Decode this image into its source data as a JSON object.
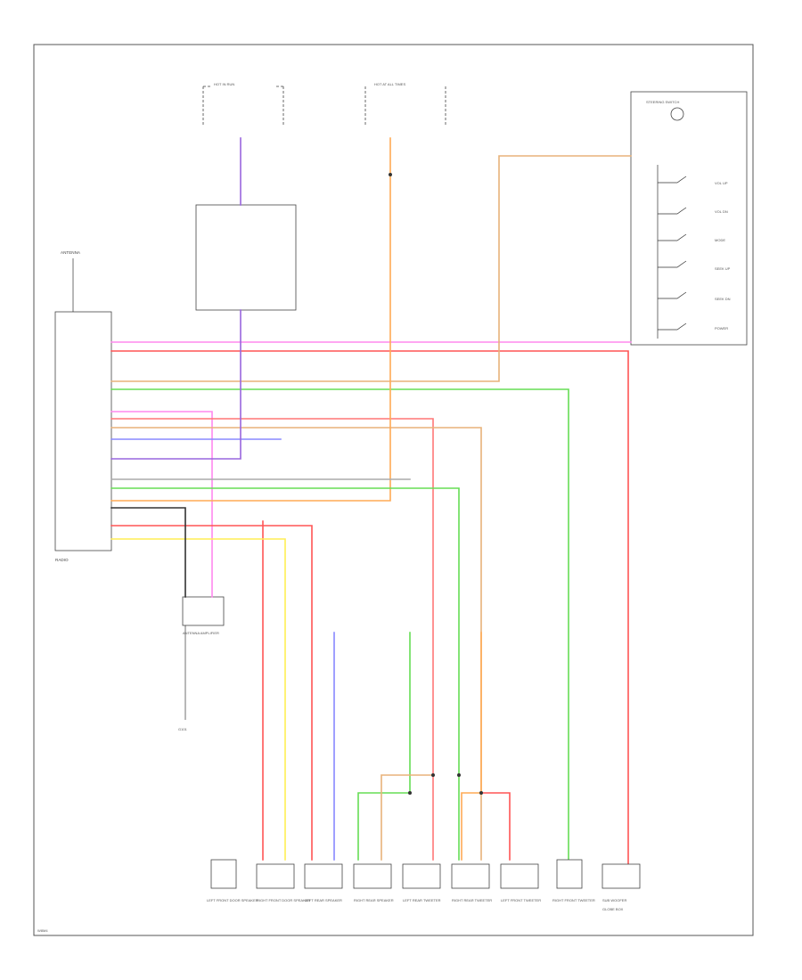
{
  "colors": {
    "pink": "#ff88ee",
    "red": "#ff5555",
    "lightred": "#ff9999",
    "orange": "#ffaa55",
    "tan": "#e8b27a",
    "green": "#66dd55",
    "lightgreen": "#99ee99",
    "blue": "#8888ff",
    "violet": "#9966dd",
    "yellow": "#ffee55",
    "gray": "#aaaaaa",
    "black": "#333333",
    "white": "#dddddd"
  },
  "labels": {
    "radio": "RADIO",
    "antenna": "ANTENNA",
    "antenna_amp": "ANTENNA AMPLIFIER",
    "hot_fuse_left": "HOT IN RUN",
    "hot_fuse_right": "HOT AT ALL TIMES",
    "steering_switch": "STEERING SWITCH",
    "sw_volup": "VOL UP",
    "sw_voldn": "VOL DN",
    "sw_mode": "MODE",
    "sw_seekup": "SEEK UP",
    "sw_seekdn": "SEEK DN",
    "sw_power": "POWER",
    "ground_left": "G101",
    "spk_1": "LEFT FRONT DOOR SPEAKER",
    "spk_2": "RIGHT FRONT DOOR SPEAKER",
    "spk_3": "LEFT REAR SPEAKER",
    "spk_4": "RIGHT REAR SPEAKER",
    "spk_5": "LEFT REAR TWEETER",
    "spk_6": "RIGHT REAR TWEETER",
    "spk_7": "LEFT FRONT TWEETER",
    "spk_8": "RIGHT FRONT TWEETER",
    "spk_9": "SUB WOOFER",
    "spk_10": "GLOBE BOX",
    "footer_code": "W8M4"
  }
}
